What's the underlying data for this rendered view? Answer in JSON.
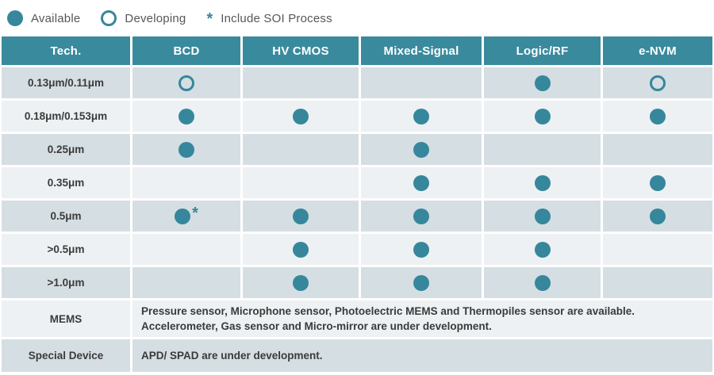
{
  "legend": {
    "available_label": "Available",
    "developing_label": "Developing",
    "soi_symbol": "*",
    "soi_label": "Include SOI Process"
  },
  "colors": {
    "header_bg": "#3a8a9e",
    "dot_teal": "#36879c",
    "row_dark": "#d5dee3",
    "row_light": "#edf1f3"
  },
  "table": {
    "headers": [
      "Tech.",
      "BCD",
      "HV CMOS",
      "Mixed-Signal",
      "Logic/RF",
      "e-NVM"
    ],
    "rows": [
      {
        "label": "0.13μm/0.11μm",
        "cells": [
          "hollow",
          "",
          "",
          "filled",
          "hollow"
        ]
      },
      {
        "label": "0.18μm/0.153μm",
        "cells": [
          "filled",
          "filled",
          "filled",
          "filled",
          "filled"
        ]
      },
      {
        "label": "0.25μm",
        "cells": [
          "filled",
          "",
          "filled",
          "",
          ""
        ]
      },
      {
        "label": "0.35μm",
        "cells": [
          "",
          "",
          "filled",
          "filled",
          "filled"
        ]
      },
      {
        "label": "0.5μm",
        "cells": [
          "filled-star",
          "filled",
          "filled",
          "filled",
          "filled"
        ]
      },
      {
        "label": ">0.5μm",
        "cells": [
          "",
          "filled",
          "filled",
          "filled",
          ""
        ]
      },
      {
        "label": ">1.0μm",
        "cells": [
          "",
          "filled",
          "filled",
          "filled",
          ""
        ]
      }
    ],
    "text_rows": [
      {
        "label": "MEMS",
        "lines": [
          "Pressure sensor, Microphone sensor, Photoelectric MEMS and Thermopiles sensor are available.",
          "Accelerometer, Gas sensor and Micro-mirror are under development."
        ]
      },
      {
        "label": "Special Device",
        "lines": [
          "APD/ SPAD are under development."
        ]
      }
    ]
  }
}
